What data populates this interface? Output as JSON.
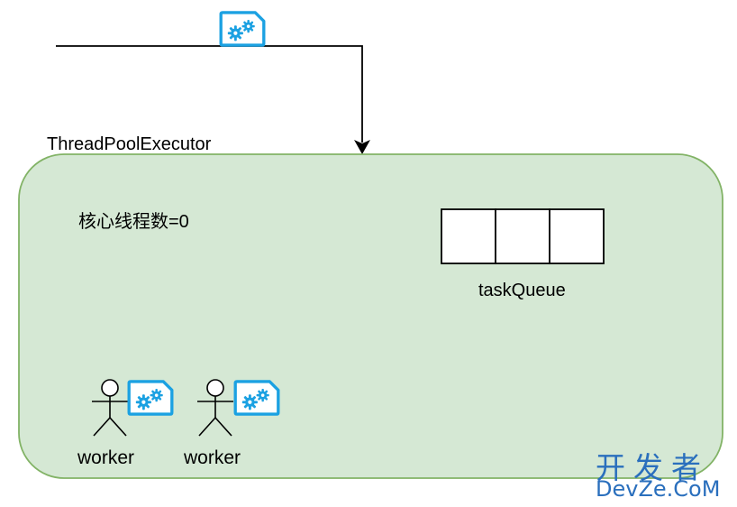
{
  "pool": {
    "title": "ThreadPoolExecutor",
    "core_threads_label": "核心线程数=0",
    "fill_color": "#d5e8d4",
    "border_color": "#82b366"
  },
  "queue": {
    "label": "taskQueue",
    "slot_count": 3
  },
  "workers": [
    {
      "label": "worker",
      "icon": "gear-task-icon"
    },
    {
      "label": "worker",
      "icon": "gear-task-icon"
    }
  ],
  "incoming_task": {
    "icon": "gear-task-icon"
  },
  "accent_color": "#1ba1e2",
  "watermark": {
    "cn": "开发者",
    "en": "DevZe.CoM"
  }
}
